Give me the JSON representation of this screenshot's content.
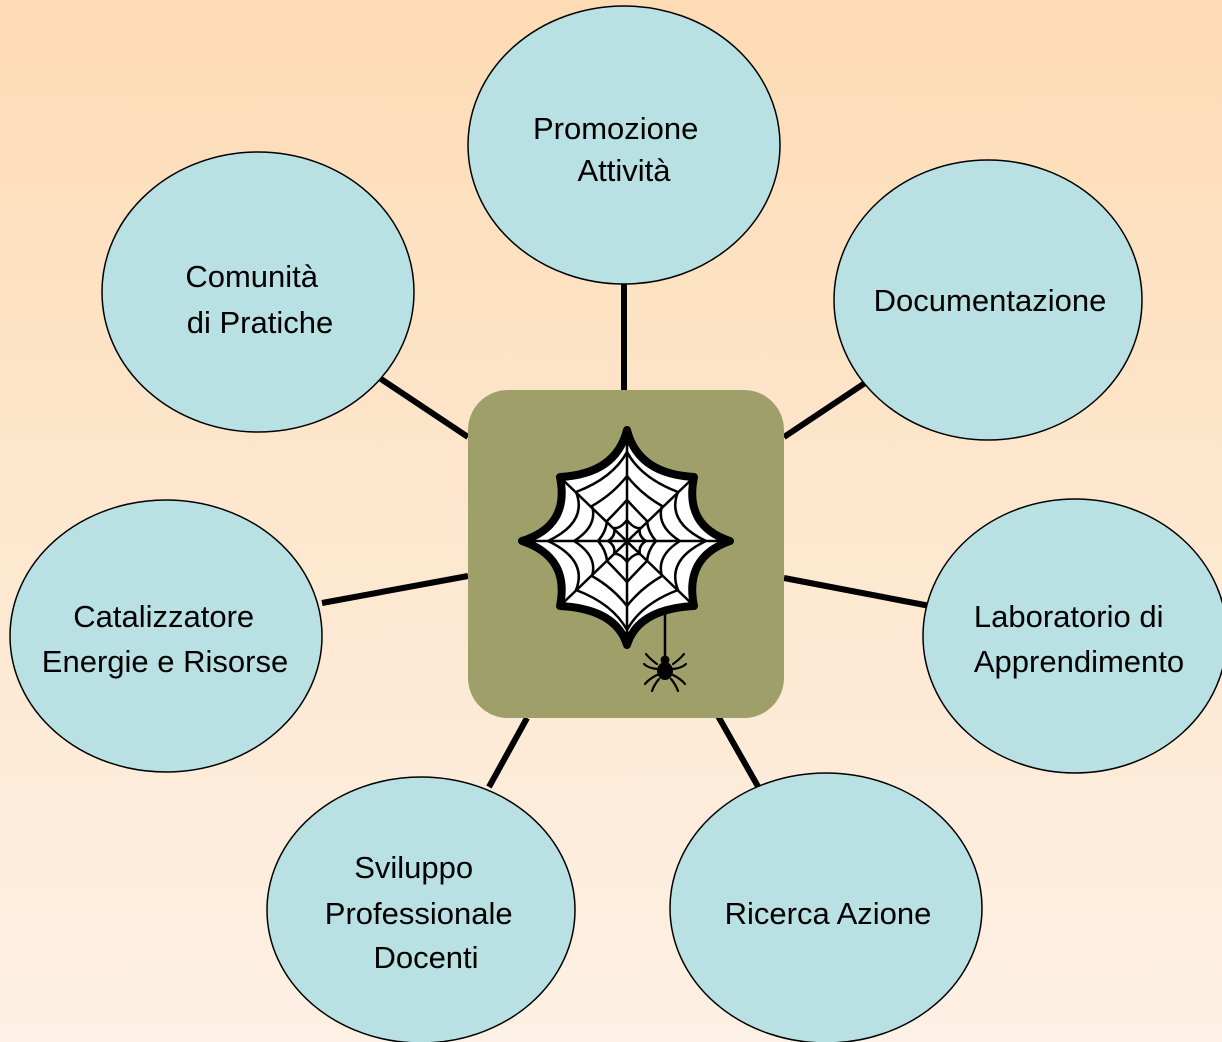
{
  "diagram": {
    "type": "hub-and-spoke",
    "colors": {
      "background_top": "#fddbb4",
      "background_bottom": "#fdf0e4",
      "node_fill": "#b9e0e2",
      "node_stroke": "#000000",
      "hub_fill": "#9e9f69",
      "web_fill": "#ffffff",
      "connector": "#000000"
    },
    "hub": {
      "icon": "spider-web-icon"
    },
    "nodes": [
      {
        "id": "promozione-attivita",
        "lines": [
          "Promozione",
          "Attività"
        ]
      },
      {
        "id": "documentazione",
        "lines": [
          "Documentazione"
        ]
      },
      {
        "id": "laboratorio-apprendimento",
        "lines": [
          "Laboratorio di",
          "Apprendimento"
        ]
      },
      {
        "id": "ricerca-azione",
        "lines": [
          "Ricerca Azione"
        ]
      },
      {
        "id": "sviluppo-professionale-docenti",
        "lines": [
          "Sviluppo",
          "Professionale",
          "Docenti"
        ]
      },
      {
        "id": "catalizzatore-energie-risorse",
        "lines": [
          "Catalizzatore",
          "Energie e Risorse"
        ]
      },
      {
        "id": "comunita-pratiche",
        "lines": [
          "Comunità",
          "di Pratiche"
        ]
      }
    ]
  }
}
